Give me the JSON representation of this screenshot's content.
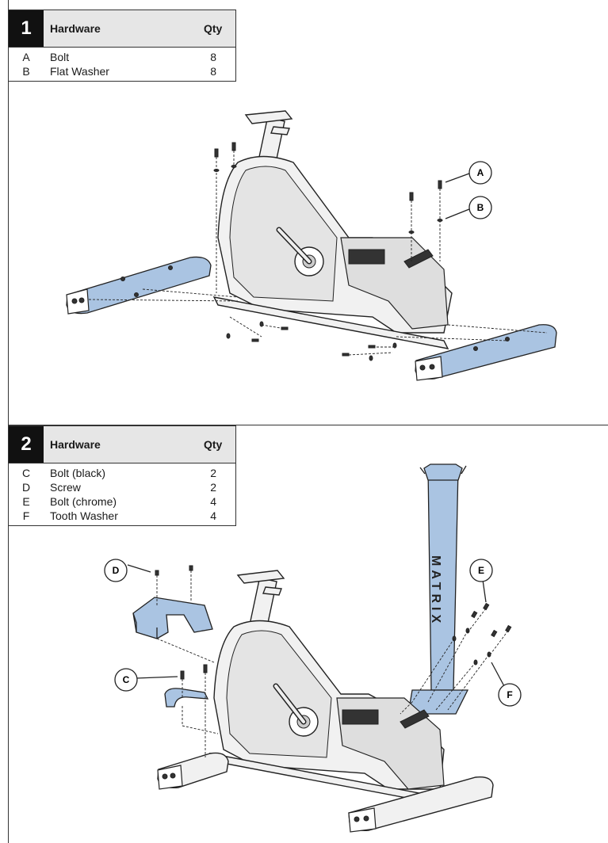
{
  "steps": [
    {
      "number": "1",
      "header": {
        "hardware": "Hardware",
        "qty": "Qty"
      },
      "items": [
        {
          "letter": "A",
          "name": "Bolt",
          "qty": "8"
        },
        {
          "letter": "B",
          "name": "Flat Washer",
          "qty": "8"
        }
      ],
      "callouts": [
        "A",
        "B"
      ]
    },
    {
      "number": "2",
      "header": {
        "hardware": "Hardware",
        "qty": "Qty"
      },
      "items": [
        {
          "letter": "C",
          "name": "Bolt (black)",
          "qty": "2"
        },
        {
          "letter": "D",
          "name": "Screw",
          "qty": "2"
        },
        {
          "letter": "E",
          "name": "Bolt (chrome)",
          "qty": "4"
        },
        {
          "letter": "F",
          "name": "Tooth Washer",
          "qty": "4"
        }
      ],
      "callouts": [
        "D",
        "E",
        "C",
        "F"
      ],
      "brand_text": "MATRIX"
    }
  ],
  "colors": {
    "part_highlight": "#aac4e2",
    "frame": "#f1f1f1",
    "line": "#222222"
  }
}
